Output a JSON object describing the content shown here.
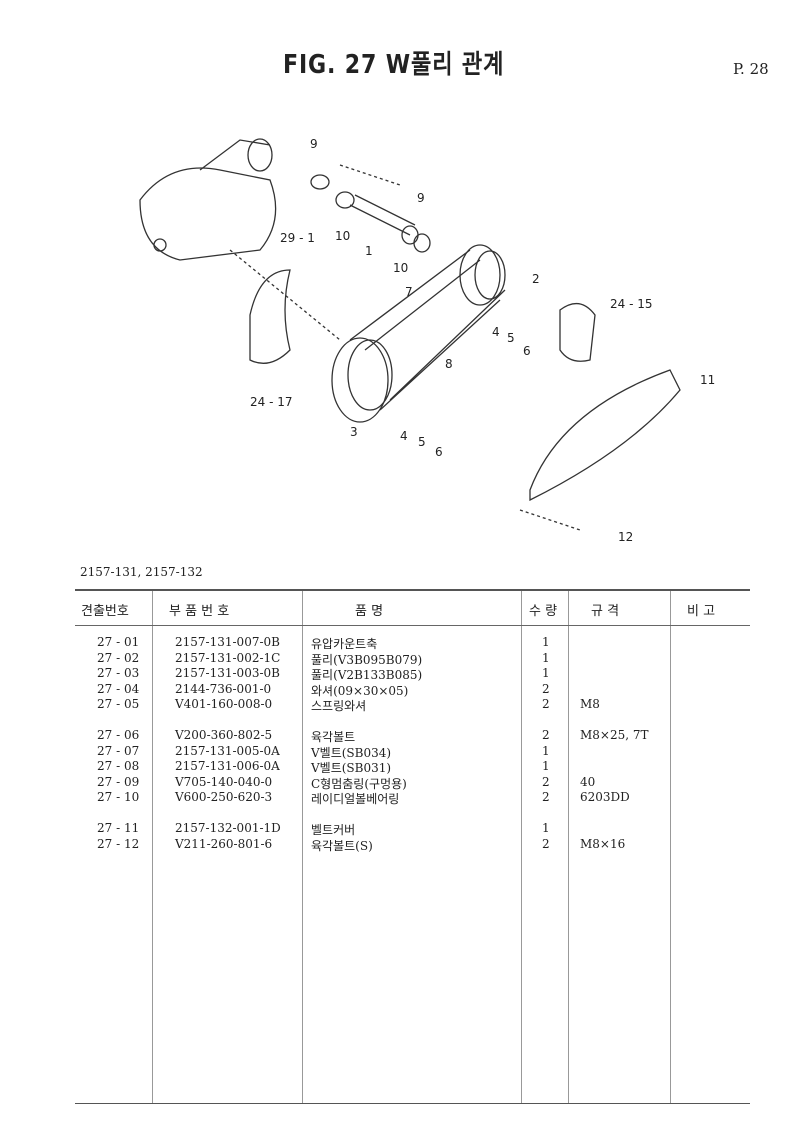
{
  "header": {
    "title": "FIG. 27  W풀리 관계",
    "page": "P. 28"
  },
  "diagram": {
    "callouts": [
      "9",
      "9",
      "10",
      "10",
      "1",
      "29 - 1",
      "2",
      "7",
      "24 - 15",
      "4",
      "5",
      "6",
      "8",
      "11",
      "24 - 17",
      "3",
      "4",
      "5",
      "6",
      "12"
    ]
  },
  "models": "2157-131,  2157-132",
  "table": {
    "headers": [
      "견출번호",
      "부   품   번   호",
      "품                명",
      "수 량",
      "규        격",
      "비   고"
    ],
    "groups": [
      [
        {
          "no": "27 - 01",
          "part": "2157-131-007-0B",
          "name": "유압카운트축",
          "qty": "1",
          "spec": ""
        },
        {
          "no": "27 - 02",
          "part": "2157-131-002-1C",
          "name": "풀리(V3B095B079)",
          "qty": "1",
          "spec": ""
        },
        {
          "no": "27 - 03",
          "part": "2157-131-003-0B",
          "name": "풀리(V2B133B085)",
          "qty": "1",
          "spec": ""
        },
        {
          "no": "27 - 04",
          "part": "2144-736-001-0",
          "name": "와셔(09×30×05)",
          "qty": "2",
          "spec": ""
        },
        {
          "no": "27 - 05",
          "part": "V401-160-008-0",
          "name": "스프링와셔",
          "qty": "2",
          "spec": "M8"
        }
      ],
      [
        {
          "no": "27 - 06",
          "part": "V200-360-802-5",
          "name": "육각볼트",
          "qty": "2",
          "spec": "M8×25,  7T"
        },
        {
          "no": "27 - 07",
          "part": "2157-131-005-0A",
          "name": "V벨트(SB034)",
          "qty": "1",
          "spec": ""
        },
        {
          "no": "27 - 08",
          "part": "2157-131-006-0A",
          "name": "V벨트(SB031)",
          "qty": "1",
          "spec": ""
        },
        {
          "no": "27 - 09",
          "part": "V705-140-040-0",
          "name": "C형멈춤링(구멍용)",
          "qty": "2",
          "spec": "40"
        },
        {
          "no": "27 - 10",
          "part": "V600-250-620-3",
          "name": "레이디얼볼베어링",
          "qty": "2",
          "spec": "6203DD"
        }
      ],
      [
        {
          "no": "27 - 11",
          "part": "2157-132-001-1D",
          "name": "벨트커버",
          "qty": "1",
          "spec": ""
        },
        {
          "no": "27 - 12",
          "part": "V211-260-801-6",
          "name": "육각볼트(S)",
          "qty": "2",
          "spec": "M8×16"
        }
      ]
    ]
  }
}
